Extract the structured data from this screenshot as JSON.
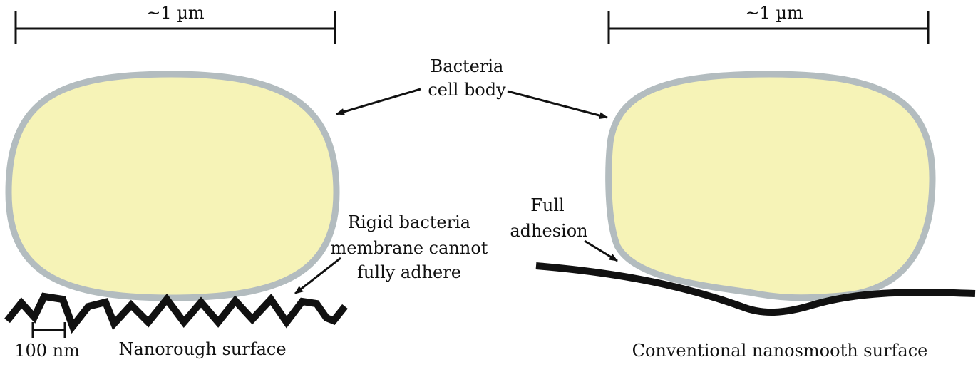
{
  "scale_bars": {
    "left_label": "~1 µm",
    "right_label": "~1 µm",
    "small_label": "100 nm"
  },
  "labels": {
    "cell_body_line1": "Bacteria",
    "cell_body_line2": "cell body",
    "rigid_line1": "Rigid bacteria",
    "rigid_line2": "membrane cannot",
    "rigid_line3": "fully adhere",
    "full_line1": "Full",
    "full_line2": "adhesion",
    "nanorough": "Nanorough surface",
    "nanosmooth": "Conventional nanosmooth surface"
  },
  "colors": {
    "cell_fill": "#f6f3b7",
    "cell_membrane": "#b3bcbf",
    "ink": "#111111"
  }
}
